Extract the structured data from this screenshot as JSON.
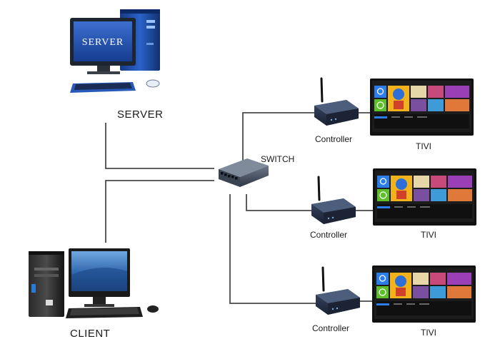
{
  "server": {
    "label": "SERVER",
    "screen_text": "SERVER"
  },
  "client": {
    "label": "CLIENT"
  },
  "switch": {
    "label": "SWITCH"
  },
  "controllers": [
    {
      "label": "Controller"
    },
    {
      "label": "Controller"
    },
    {
      "label": "Controller"
    }
  ],
  "tvs": [
    {
      "label": "TIVI"
    },
    {
      "label": "TIVI"
    },
    {
      "label": "TIVI"
    }
  ],
  "colors": {
    "line": "#4a4a4a",
    "server_blue": "#1f4fa8",
    "tv_tile_blue": "#2b7de9",
    "tv_tile_green": "#5fbf2a",
    "tv_tile_purple": "#9a3fb5",
    "tv_frame": "#111111"
  }
}
